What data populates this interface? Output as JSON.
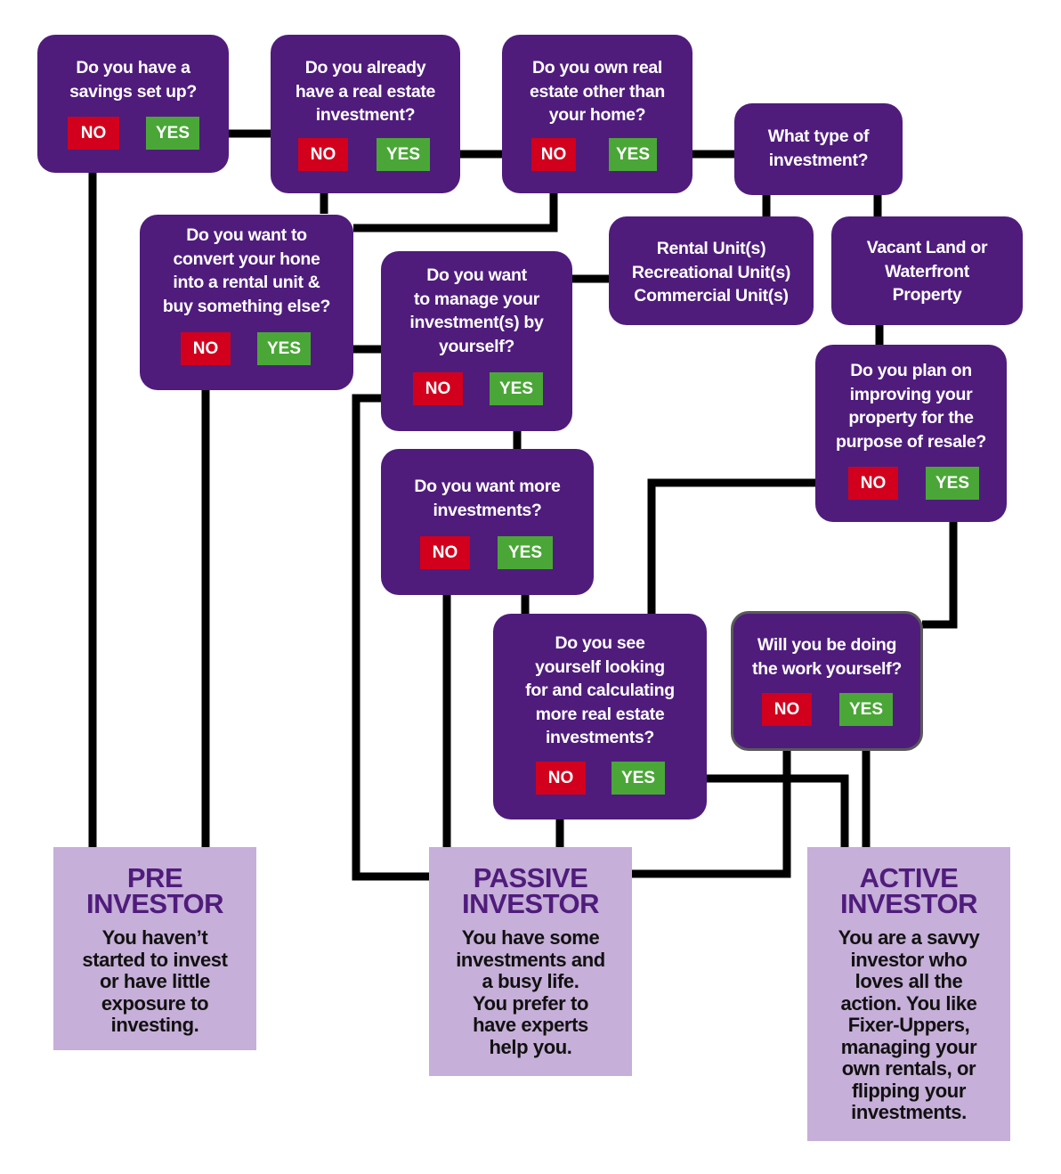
{
  "colors": {
    "question_bg": "#4f1c7c",
    "no_bg": "#d2001c",
    "yes_bg": "#4aa737",
    "result_bg": "#c6afd8",
    "result_title": "#4f1c7c",
    "connector": "#000000"
  },
  "nodes": {
    "savings": {
      "text": "Do you have a\nsavings set up?",
      "no": "NO",
      "yes": "YES"
    },
    "already_invested": {
      "text": "Do you already\nhave a real estate\ninvestment?",
      "no": "NO",
      "yes": "YES"
    },
    "own_other": {
      "text": "Do you own real\nestate other than\nyour home?",
      "no": "NO",
      "yes": "YES"
    },
    "investment_type": {
      "text": "What type of\ninvestment?"
    },
    "convert_home": {
      "text": "Do you want to\nconvert your hone\ninto a rental unit &\nbuy something else?",
      "no": "NO",
      "yes": "YES"
    },
    "rental_units": {
      "text": "Rental Unit(s)\nRecreational Unit(s)\nCommercial Unit(s)"
    },
    "vacant_land": {
      "text": "Vacant Land or\nWaterfront\nProperty"
    },
    "manage_self": {
      "text": "Do you want\nto manage your\ninvestment(s) by\nyourself?",
      "no": "NO",
      "yes": "YES"
    },
    "improve_resale": {
      "text": "Do you plan on\nimproving your\nproperty for the\npurpose of resale?",
      "no": "NO",
      "yes": "YES"
    },
    "more_investments": {
      "text": "Do you want more\ninvestments?",
      "no": "NO",
      "yes": "YES"
    },
    "see_yourself": {
      "text": "Do you  see\nyourself looking\nfor and calculating\nmore real estate\ninvestments?",
      "no": "NO",
      "yes": "YES"
    },
    "work_yourself": {
      "text": "Will you be doing\nthe work yourself?",
      "no": "NO",
      "yes": "YES"
    }
  },
  "results": {
    "pre": {
      "title": "PRE\nINVESTOR",
      "desc": "You haven’t\nstarted to invest\nor have little\nexposure to\ninvesting."
    },
    "passive": {
      "title": "PASSIVE\nINVESTOR",
      "desc": "You have some\ninvestments and\na busy life.\nYou prefer to\nhave experts\nhelp you."
    },
    "active": {
      "title": "ACTIVE\nINVESTOR",
      "desc": "You are a savvy\ninvestor who\nloves all the\naction. You like\nFixer-Uppers,\nmanaging your\nown rentals, or\nflipping your\ninvestments."
    }
  }
}
